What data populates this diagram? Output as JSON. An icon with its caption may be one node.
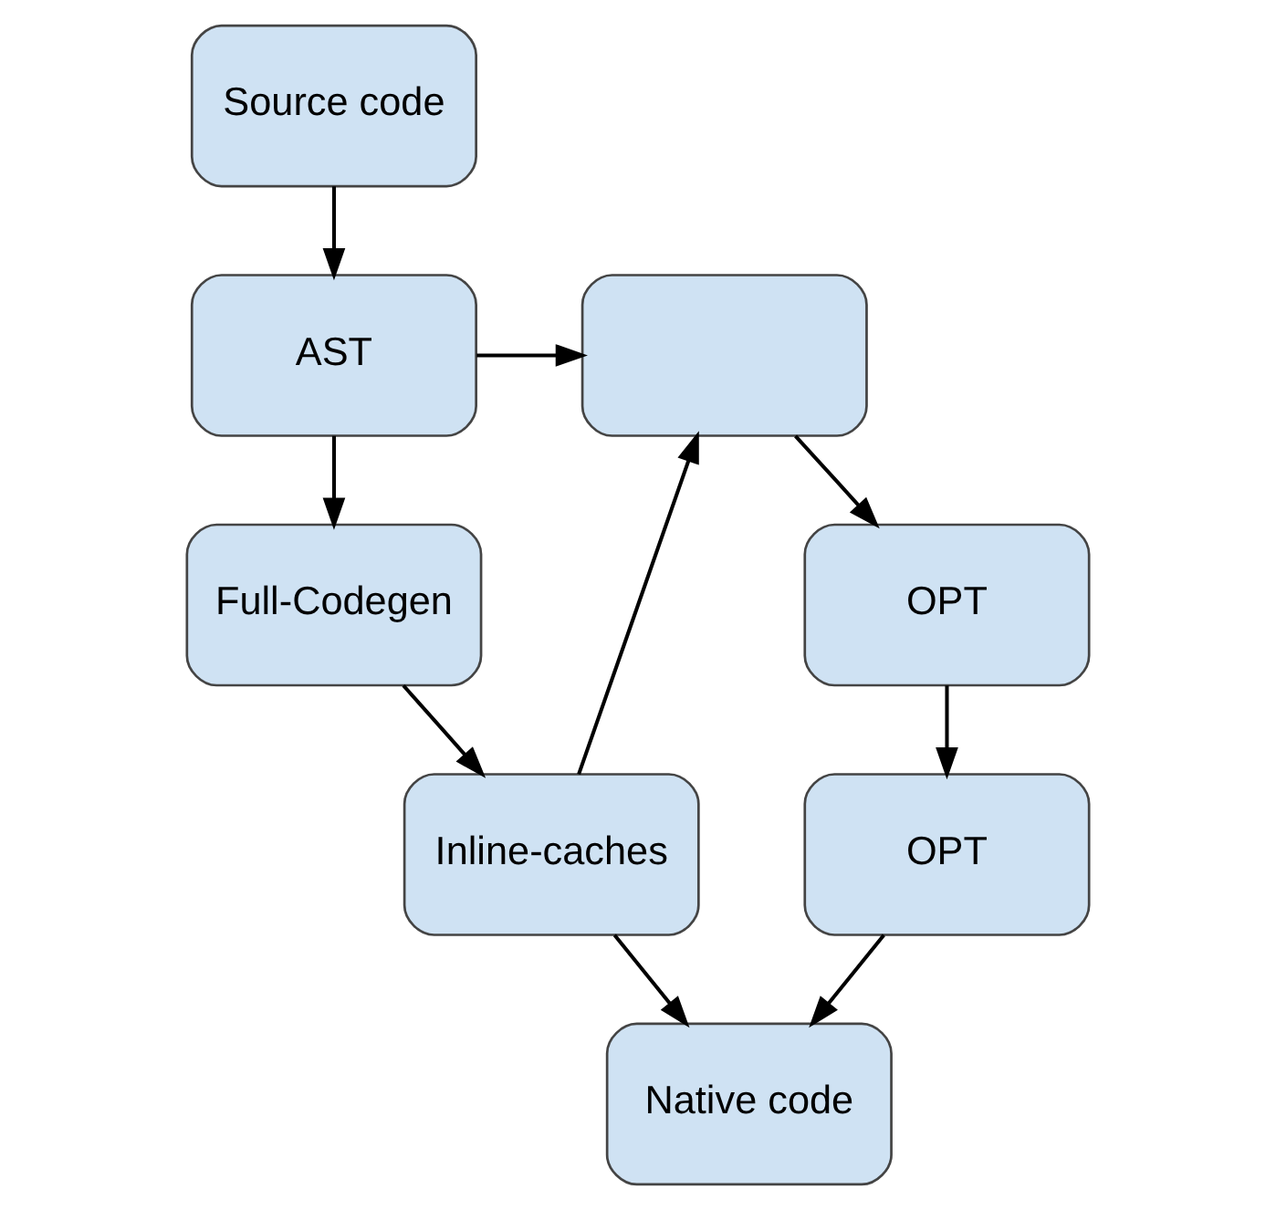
{
  "diagram": {
    "nodes": [
      {
        "text": [
          "Source code"
        ]
      },
      {
        "text": [
          "AST"
        ]
      },
      {
        "text": [
          "Full-Codegen"
        ]
      },
      {
        "text": [
          "Inline-caches"
        ]
      },
      {
        "text": [],
        "shape": "box"
      },
      {
        "text": [
          "OPT"
        ]
      },
      {
        "text": [
          "OPT"
        ]
      },
      {
        "text": [
          "Native code"
        ]
      }
    ],
    "edges": [
      {
        "from": 0,
        "to": 1,
        "arrow": "to"
      },
      {
        "from": 1,
        "to": 4,
        "arrow": "to"
      },
      {
        "from": 1,
        "to": 2,
        "arrow": "to"
      },
      {
        "from": 2,
        "to": 3,
        "arrow": "to"
      },
      {
        "from": 3,
        "to": 4,
        "arrow": "to"
      },
      {
        "from": 3,
        "to": 7,
        "arrow": "to"
      },
      {
        "from": 4,
        "to": 5,
        "arrow": "to"
      },
      {
        "from": 5,
        "to": 6,
        "arrow": "to"
      },
      {
        "from": 6,
        "to": 7,
        "arrow": "to"
      }
    ]
  }
}
